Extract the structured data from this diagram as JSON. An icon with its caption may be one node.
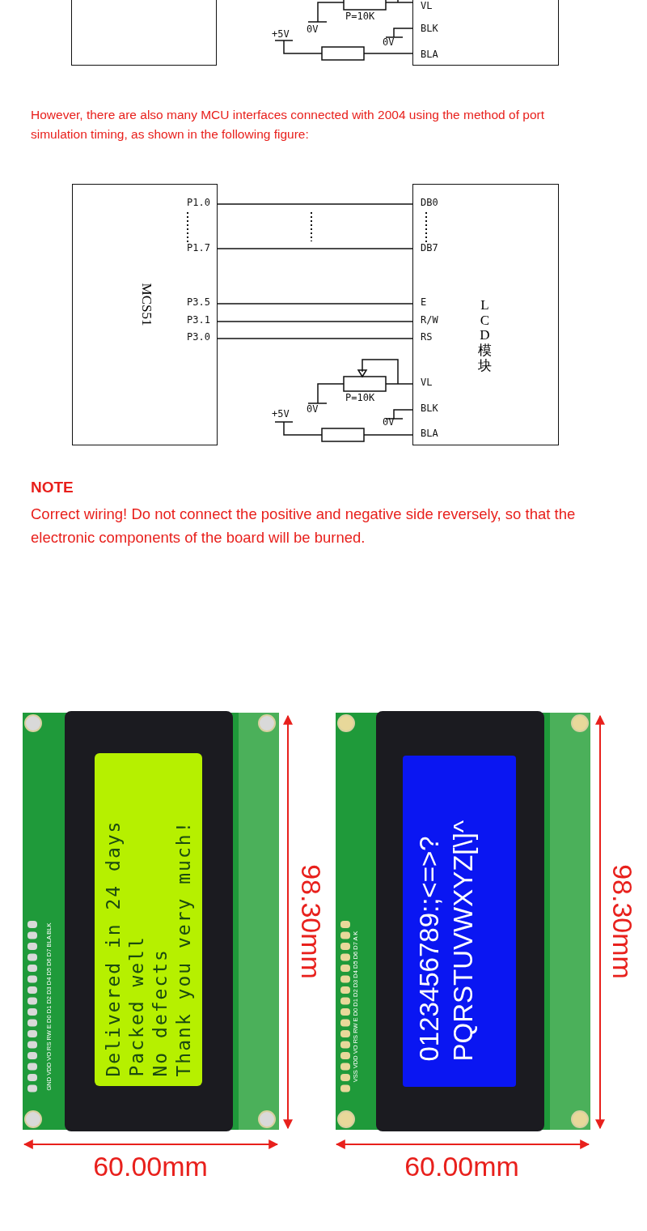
{
  "diagram": {
    "nodes": [
      {
        "text": [],
        "shape": "box"
      },
      {
        "text": [],
        "shape": "box"
      },
      {
        "text": [
          "MCS51"
        ]
      },
      {
        "text": [
          "LCD模块"
        ]
      },
      {
        "text": [
          "Delivered in 24 days",
          "Packed well",
          "No defects",
          "Thank you very much!"
        ]
      },
      {
        "text": [
          "0123456789:;<=>?",
          "PQRSTUVWXYZ[\\]^"
        ]
      }
    ],
    "edges": [
      {
        "from": 2,
        "to": 3,
        "arrow": "none"
      },
      {
        "from": 2,
        "to": 3,
        "arrow": "none"
      },
      {
        "from": 2,
        "to": 3,
        "arrow": "none"
      },
      {
        "from": 2,
        "to": 3,
        "arrow": "none"
      },
      {
        "from": 2,
        "to": 3,
        "arrow": "none"
      }
    ],
    "labels": [
      "VL",
      "P=10K",
      "0V",
      "BLK",
      "+5V",
      "0V",
      "BLA",
      "However, there are also many MCU interfaces connected with 2004 using the method of port simulation timing, as shown in the following figure:",
      "P1.0",
      "DB0",
      "P1.7",
      "DB7",
      "P3.5",
      "E",
      "P3.1",
      "R/W",
      "P3.0",
      "RS",
      "VL",
      "P=10K",
      "0V",
      "BLK",
      "+5V",
      "0V",
      "BLA",
      "NOTE",
      "Correct wiring! Do not connect the positive and negative side reversely, so that the electronic components of the board will be burned.",
      "GND VDD VO RS RW E D0 D1 D2 D3 D4 D5 D6 D7 BLA BLK",
      "98.30mm",
      "VSS VDD VO RS RW E D0 D1 D2 D3 D4 D5 D6 D7 A K",
      "98.30mm",
      "60.00mm",
      "60.00mm"
    ]
  }
}
